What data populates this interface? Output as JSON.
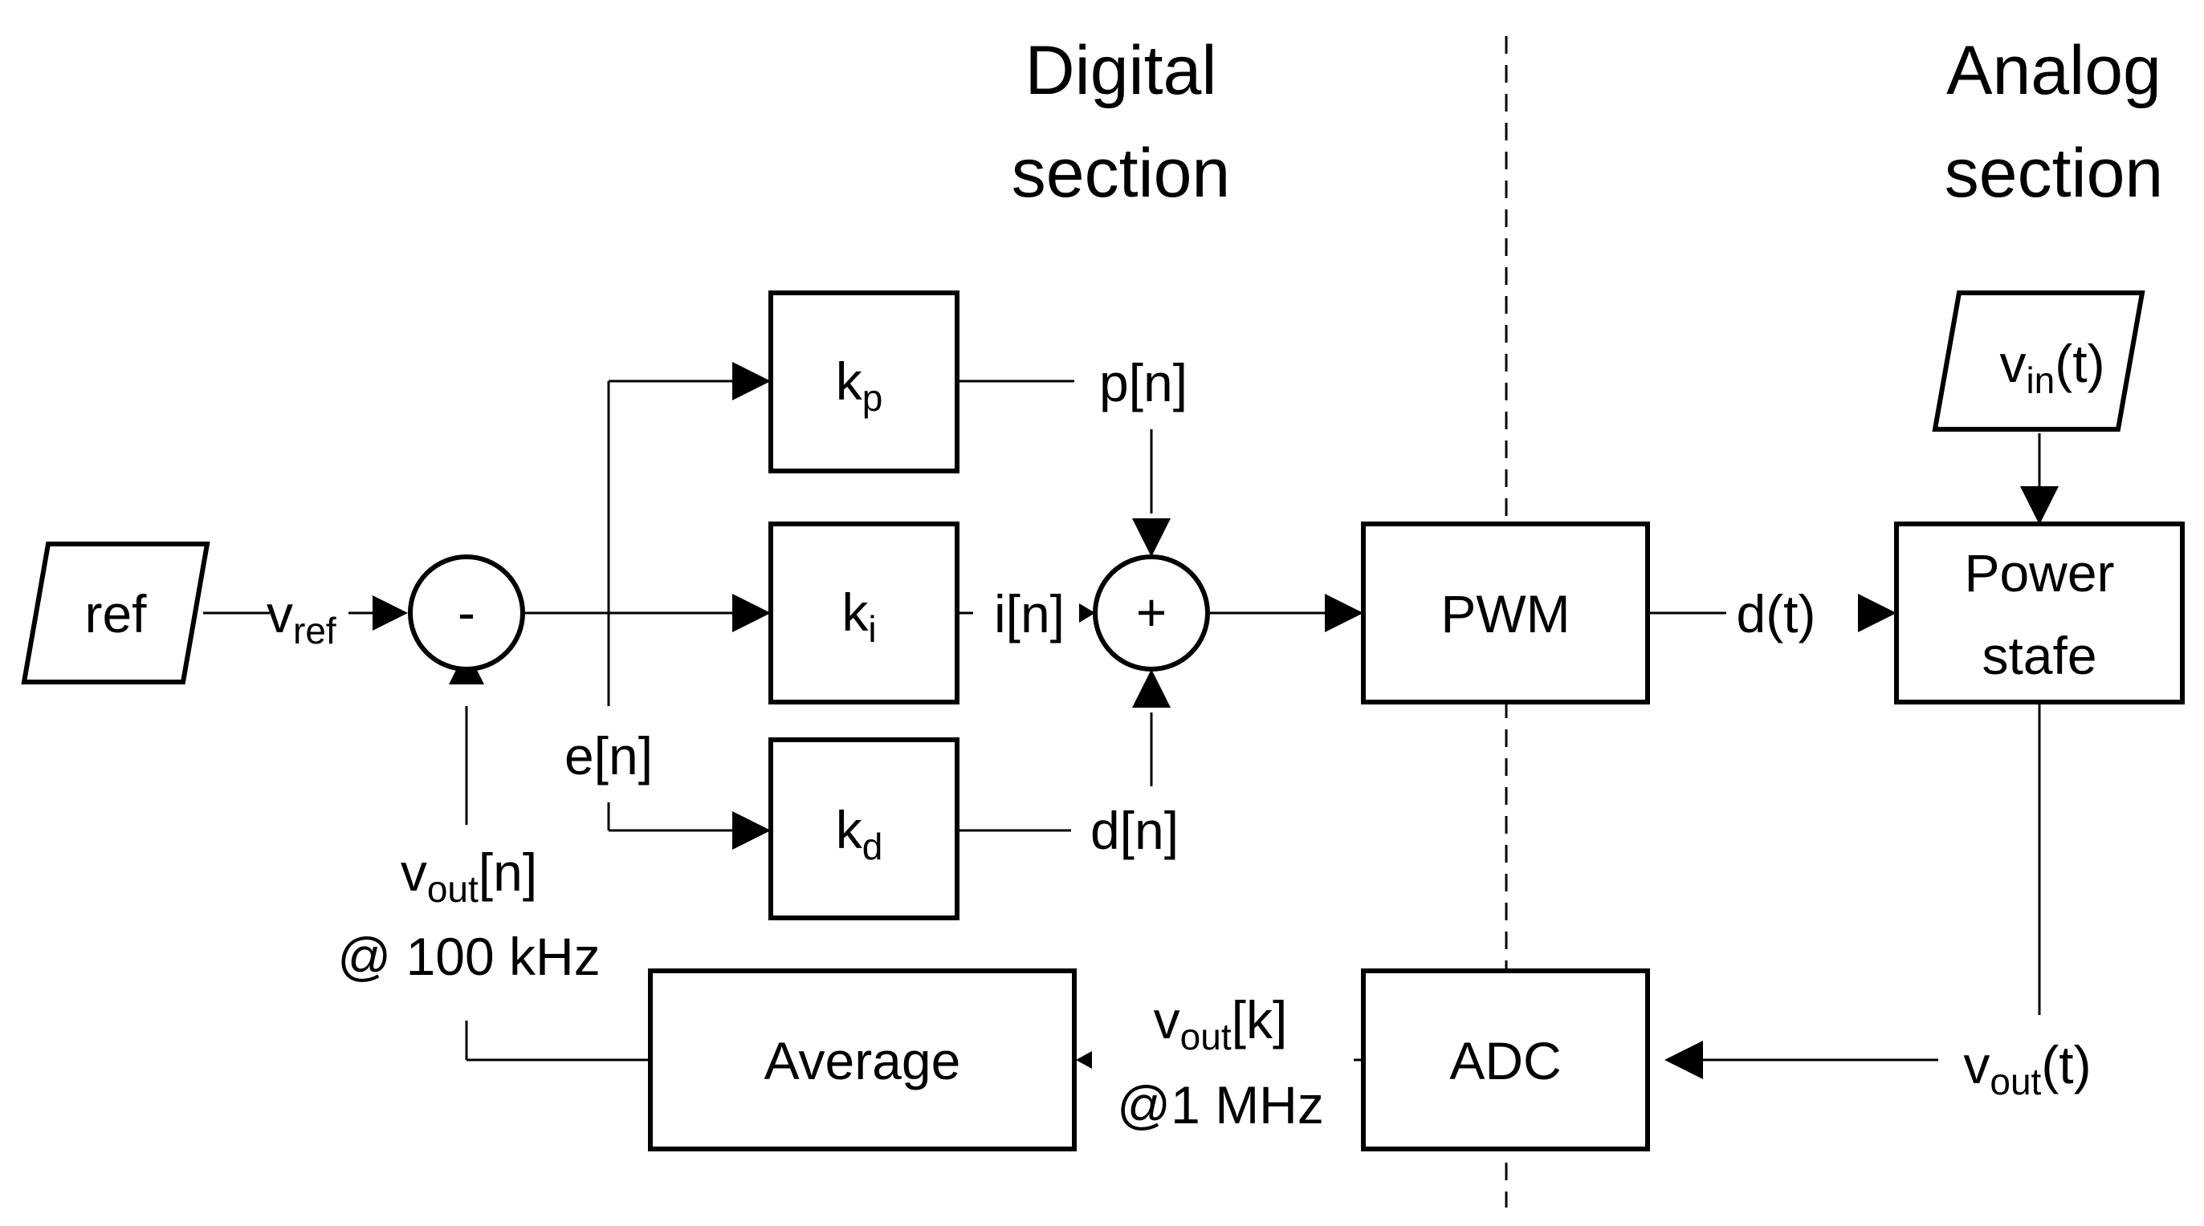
{
  "sections": {
    "digital": [
      "Digital",
      "section"
    ],
    "analog": [
      "Analog",
      "section"
    ]
  },
  "blocks": {
    "ref": "ref",
    "sum_node": "-",
    "add_node": "+",
    "kp": {
      "base": "k",
      "sub": "p"
    },
    "ki": {
      "base": "k",
      "sub": "i"
    },
    "kd": {
      "base": "k",
      "sub": "d"
    },
    "pwm": "PWM",
    "power_stage": [
      "Power",
      "stafe"
    ],
    "vin": {
      "base": "v",
      "sub": "in",
      "rest": "(t)"
    },
    "adc": "ADC",
    "average": "Average"
  },
  "signals": {
    "vref": {
      "base": "v",
      "sub": "ref"
    },
    "en": "e[n]",
    "pn": "p[n]",
    "in": "i[n]",
    "dn": "d[n]",
    "dt": "d(t)",
    "vout_t": {
      "base": "v",
      "sub": "out",
      "rest": "(t)"
    },
    "vout_k": {
      "base": "v",
      "sub": "out",
      "rest": "[k]"
    },
    "vout_k_rate": "@1 MHz",
    "vout_n": {
      "base": "v",
      "sub": "out",
      "rest": "[n]"
    },
    "vout_n_rate": "@ 100 kHz"
  }
}
